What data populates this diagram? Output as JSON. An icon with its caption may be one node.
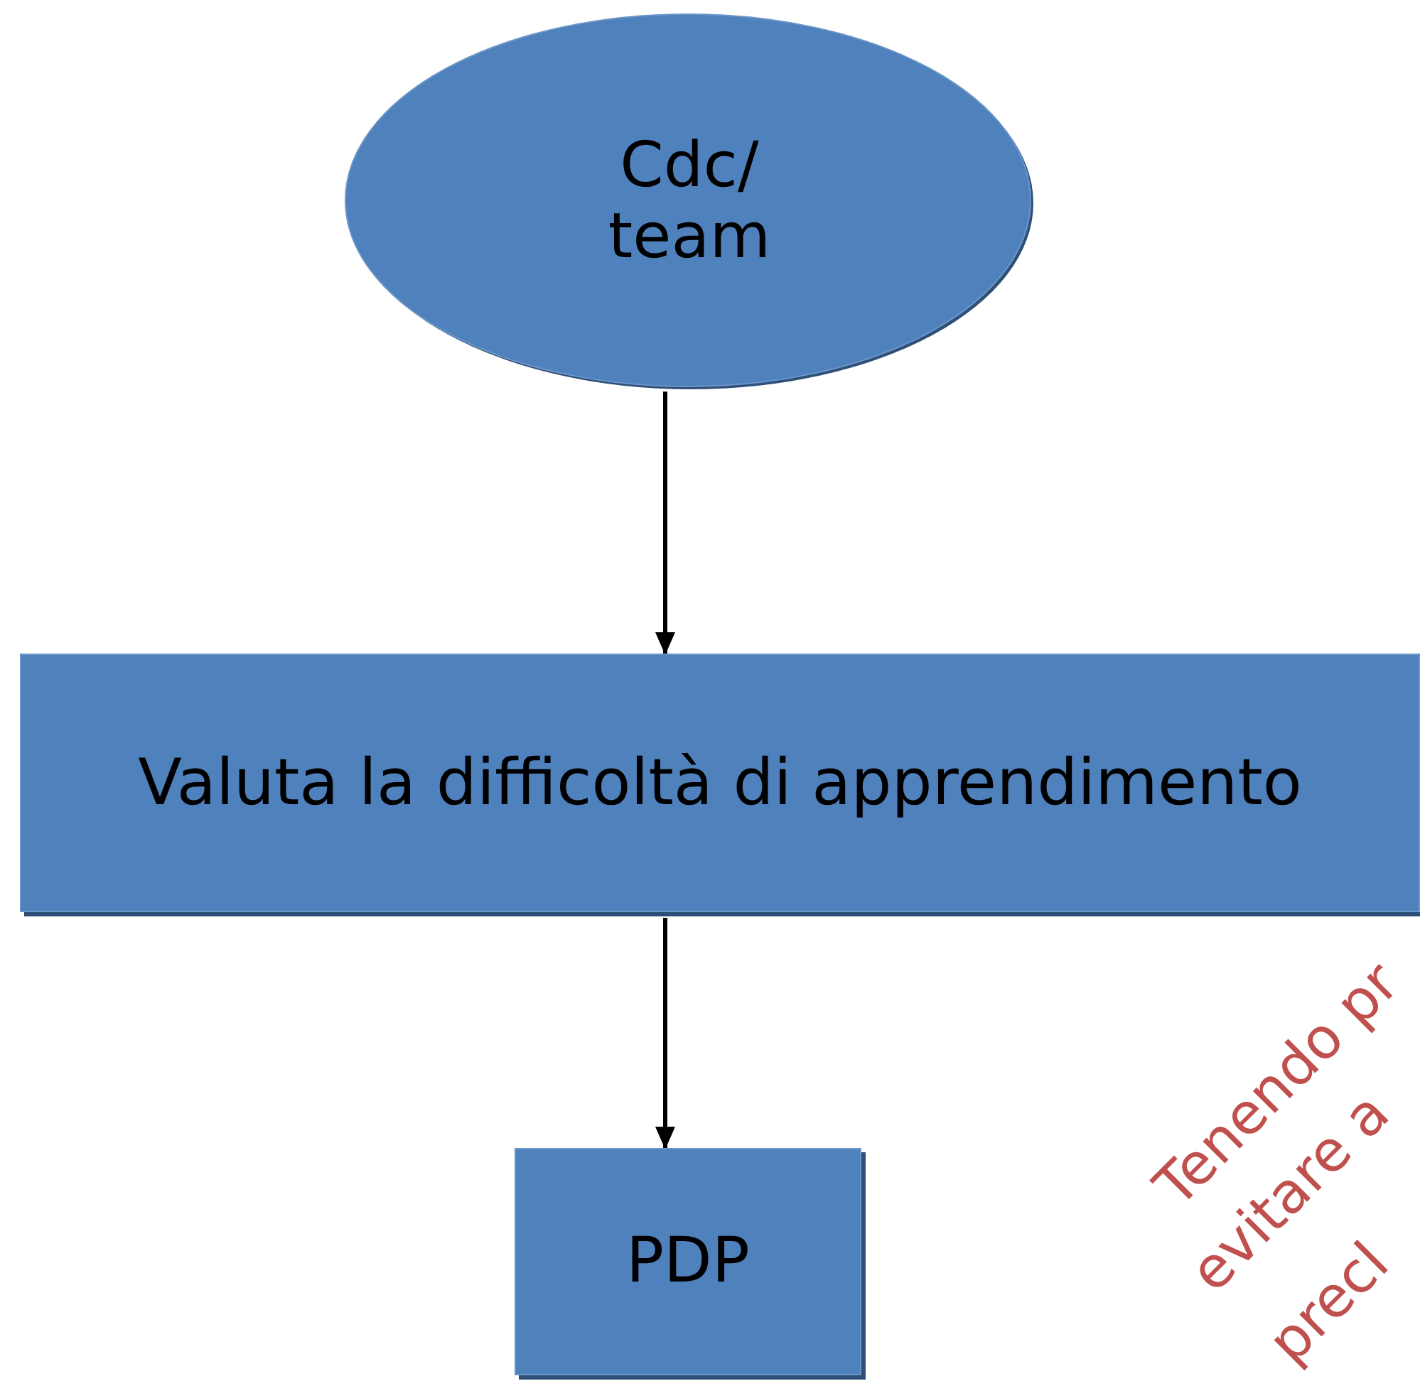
{
  "diagram": {
    "nodes": [
      {
        "text": [
          "Cdc/ team"
        ]
      },
      {
        "text": [
          "Valuta la difficoltà di apprendimento"
        ]
      },
      {
        "text": [
          "PDP"
        ]
      }
    ],
    "edges": [
      {
        "from": 0,
        "to": 1,
        "arrow": "to"
      },
      {
        "from": 1,
        "to": 2,
        "arrow": "to"
      }
    ],
    "labels": [
      "Tenendo pr",
      "evitare a",
      "precl"
    ]
  }
}
